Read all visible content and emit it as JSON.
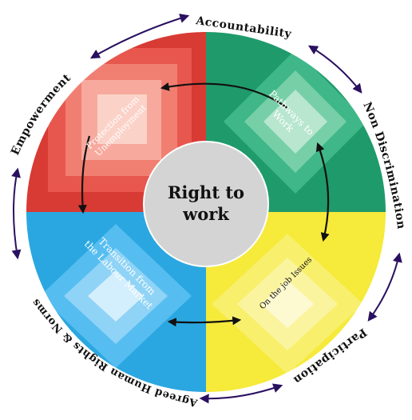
{
  "center": {
    "line1": "Right to",
    "line2": "work"
  },
  "quadrants": {
    "top_left": {
      "line1": "Protection from",
      "line2": "Unemployment",
      "color": "#d83a34"
    },
    "top_right": {
      "line1": "Pathways to",
      "line2": "Work",
      "color": "#1f9a6b"
    },
    "bottom_right": {
      "line1": "On the job Issues",
      "line2": "",
      "color": "#f6ea3a"
    },
    "bottom_left": {
      "line1": "Transition from",
      "line2": "the Labour Market",
      "color": "#2aa7e0"
    }
  },
  "principles": {
    "accountability": "Accountability",
    "non_discrimination": "Non Discrimination",
    "participation": "Participation",
    "agreed_norms": "Agreed Human Rights & Norms",
    "empowerment": "Empowerment"
  },
  "colors": {
    "arrow": "#2a1060",
    "center_fill": "#d4d4d4"
  }
}
